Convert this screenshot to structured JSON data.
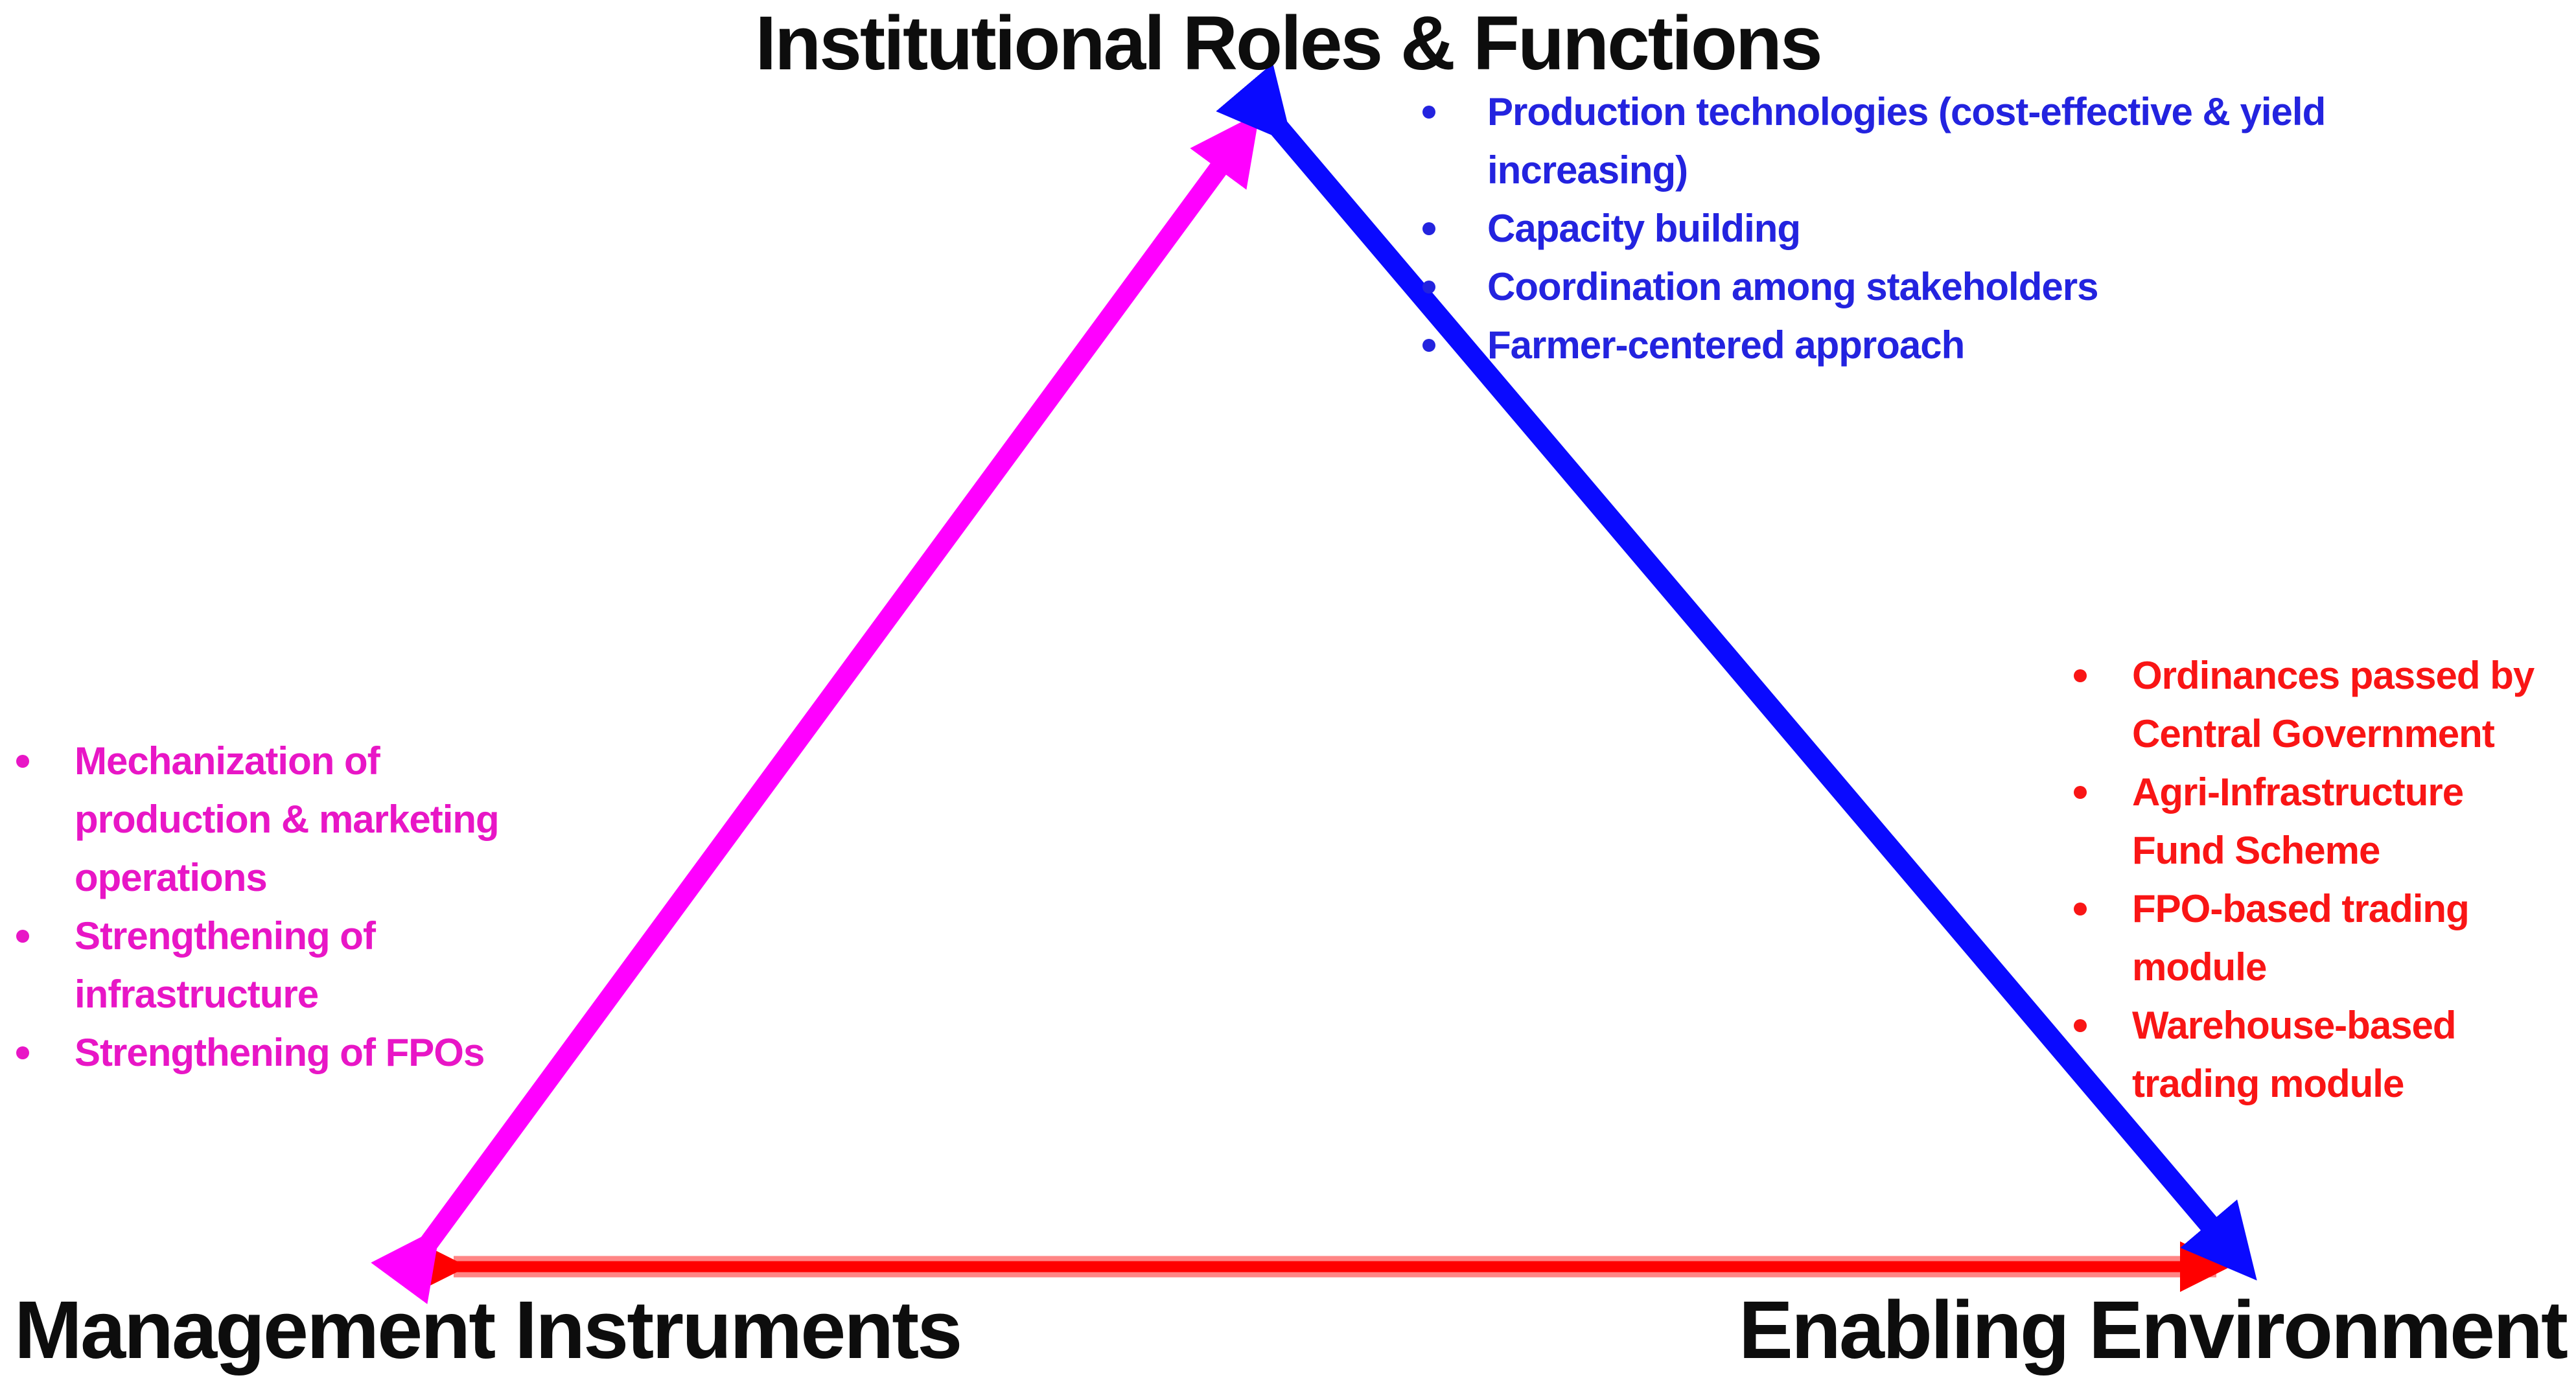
{
  "title": "Institutional Roles & Functions",
  "corner_labels": {
    "bottom_left": "Management Instruments",
    "bottom_right": "Enabling Environment"
  },
  "bullet_lists": {
    "institutional_blue": {
      "items": [
        "Production technologies (cost-effective & yield increasing)",
        "Capacity building",
        "Coordination among stakeholders",
        "Farmer-centered approach"
      ]
    },
    "management_magenta": {
      "items": [
        "Mechanization of production & marketing operations",
        "Strengthening of infrastructure",
        "Strengthening of FPOs"
      ]
    },
    "enabling_red": {
      "items": [
        "Ordinances passed by Central Government",
        "Agri-Infrastructure Fund Scheme",
        "FPO-based trading module",
        "Warehouse-based trading module"
      ]
    }
  },
  "colors": {
    "title_text": "#0d0d0d",
    "blue_text": "#2323df",
    "blue_arrow": "#0a0aff",
    "magenta_text": "#e816c6",
    "magenta_arrow": "#ff00ff",
    "red_text": "#f91515",
    "red_arrow": "#ff0000",
    "red_arrow_halo": "#ff8585"
  }
}
